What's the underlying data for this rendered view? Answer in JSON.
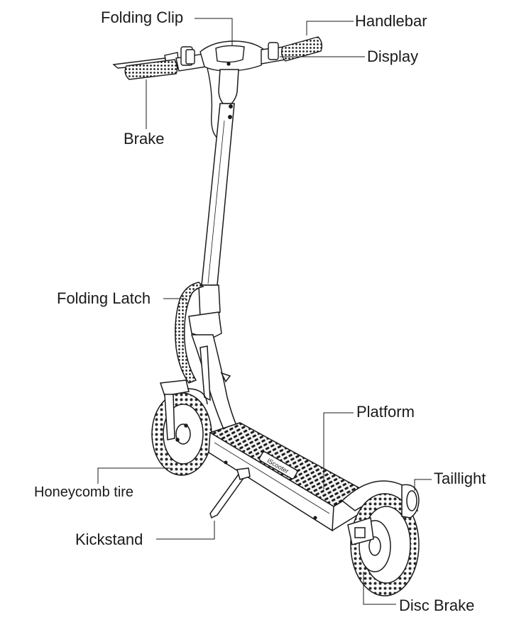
{
  "diagram": {
    "subject": "electric scooter",
    "brand_mark": "iScooter",
    "labels": {
      "folding_clip": "Folding Clip",
      "handlebar": "Handlebar",
      "display": "Display",
      "brake": "Brake",
      "folding_latch": "Folding Latch",
      "platform": "Platform",
      "taillight": "Taillight",
      "honeycomb_tire": "Honeycomb tire",
      "kickstand": "Kickstand",
      "disc_brake": "Disc Brake"
    }
  }
}
